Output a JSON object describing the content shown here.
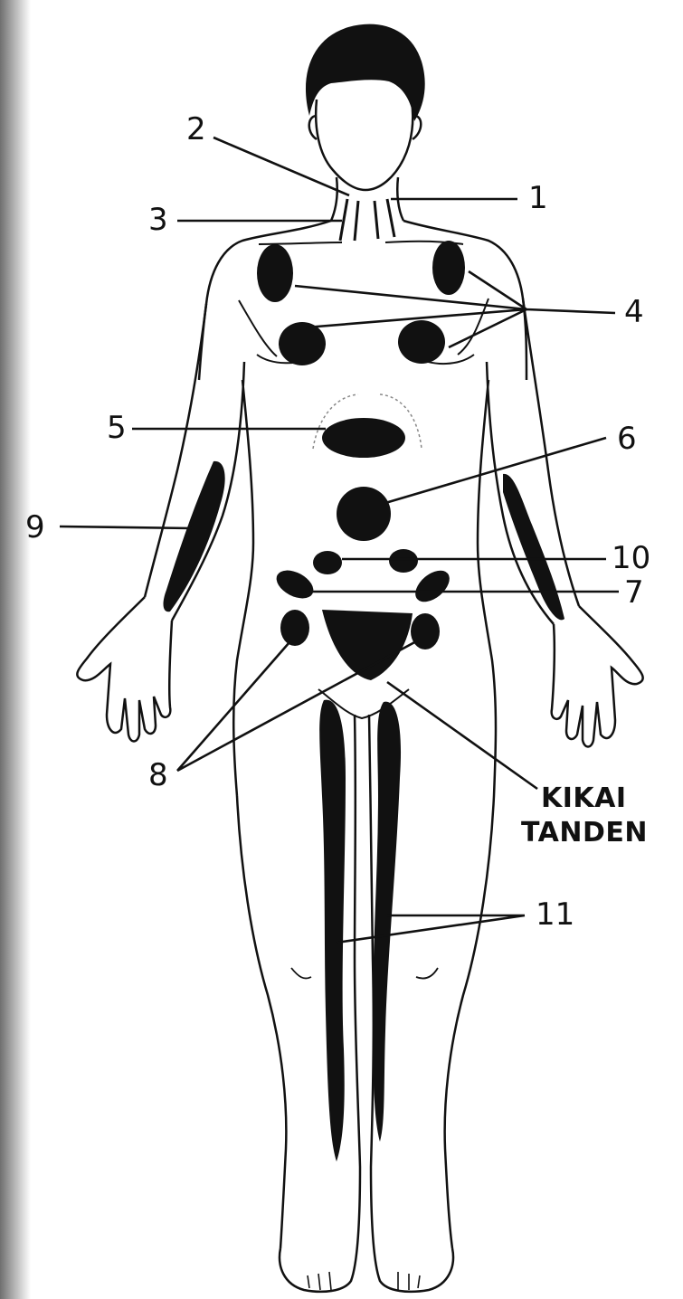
{
  "labels": {
    "l1": "1",
    "l2": "2",
    "l3": "3",
    "l4": "4",
    "l5": "5",
    "l6": "6",
    "l7": "7",
    "l8": "8",
    "l9": "9",
    "l10": "10",
    "l11": "11",
    "kikai": "KIKAI",
    "tanden": "TANDEN"
  },
  "colors": {
    "ink": "#111111",
    "paper": "#ffffff",
    "scan_edge": "#8a8a8a"
  }
}
